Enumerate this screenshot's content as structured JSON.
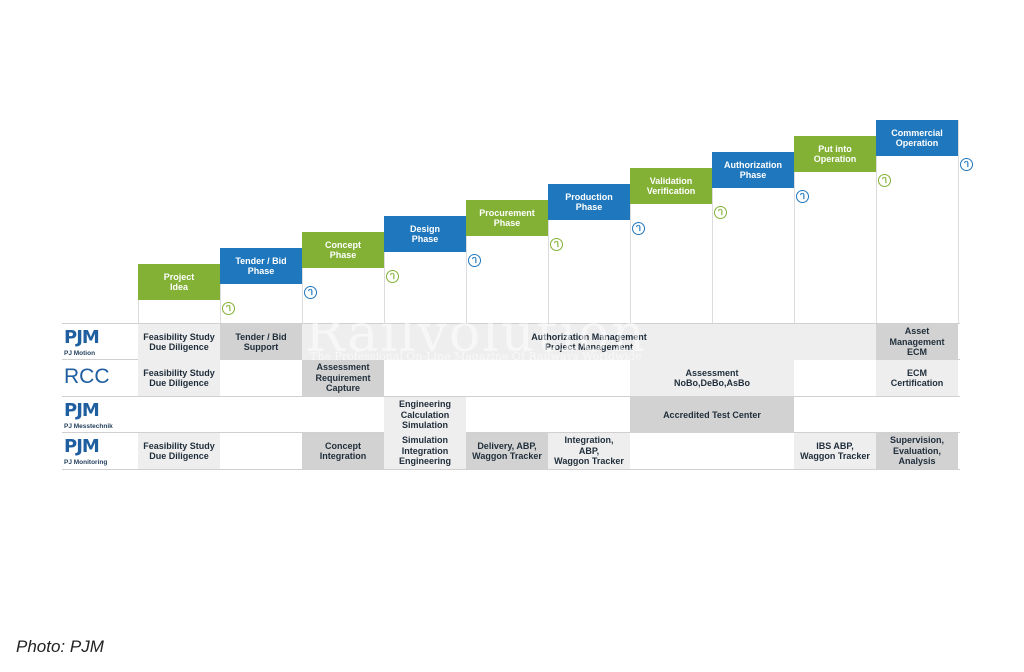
{
  "phases": [
    {
      "label": "Project\nIdea",
      "color": "green"
    },
    {
      "label": "Tender / Bid\nPhase",
      "color": "blue"
    },
    {
      "label": "Concept\nPhase",
      "color": "green"
    },
    {
      "label": "Design\nPhase",
      "color": "blue"
    },
    {
      "label": "Procurement\nPhase",
      "color": "green"
    },
    {
      "label": "Production\nPhase",
      "color": "blue"
    },
    {
      "label": "Validation\nVerification",
      "color": "green"
    },
    {
      "label": "Authorization\nPhase",
      "color": "blue"
    },
    {
      "label": "Put into\nOperation",
      "color": "green"
    },
    {
      "label": "Commercial\nOperation",
      "color": "blue"
    }
  ],
  "badge_glyph": "ᒉ",
  "colors": {
    "green": "#82b135",
    "blue": "#1f77bd",
    "cell_light": "#eeeeee",
    "cell_dark": "#d2d2d2"
  },
  "rows": [
    {
      "logo": {
        "mark": "PJM",
        "sub": "PJ Motion"
      },
      "cells": [
        {
          "label": "Feasibility Study\nDue Diligence"
        },
        {
          "label": "Tender / Bid\nSupport"
        },
        {
          "label": "Authorization Management\nProject Management"
        },
        {
          "label": "Asset\nManagement\nECM"
        }
      ]
    },
    {
      "logo": {
        "mark": "RCC",
        "sub": ""
      },
      "cells": [
        {
          "label": "Feasibility Study\nDue Diligence"
        },
        {
          "label": "Assessment\nRequirement\nCapture"
        },
        {
          "label": "Assessment\nNoBo,DeBo,AsBo"
        },
        {
          "label": "ECM\nCertification"
        }
      ]
    },
    {
      "logo": {
        "mark": "PJM",
        "sub": "PJ Messtechnik"
      },
      "cells": [
        {
          "label": "Engineering\nCalculation\nSimulation"
        },
        {
          "label": "Accredited Test Center"
        }
      ]
    },
    {
      "logo": {
        "mark": "PJM",
        "sub": "PJ Monitoring"
      },
      "cells": [
        {
          "label": "Feasibility Study\nDue Diligence"
        },
        {
          "label": "Concept\nIntegration"
        },
        {
          "label": "Simulation\nIntegration\nEngineering"
        },
        {
          "label": "Delivery, ABP,\nWaggon Tracker"
        },
        {
          "label": "Integration,\nABP,\nWaggon Tracker"
        },
        {
          "label": "IBS ABP,\nWaggon Tracker"
        },
        {
          "label": "Supervision,\nEvaluation,\nAnalysis"
        }
      ]
    }
  ],
  "watermark": {
    "title": "Railvolution",
    "tagline": "The Professional On-Line Magazine Of Railways Worldwide"
  },
  "credit": "Photo: PJM"
}
